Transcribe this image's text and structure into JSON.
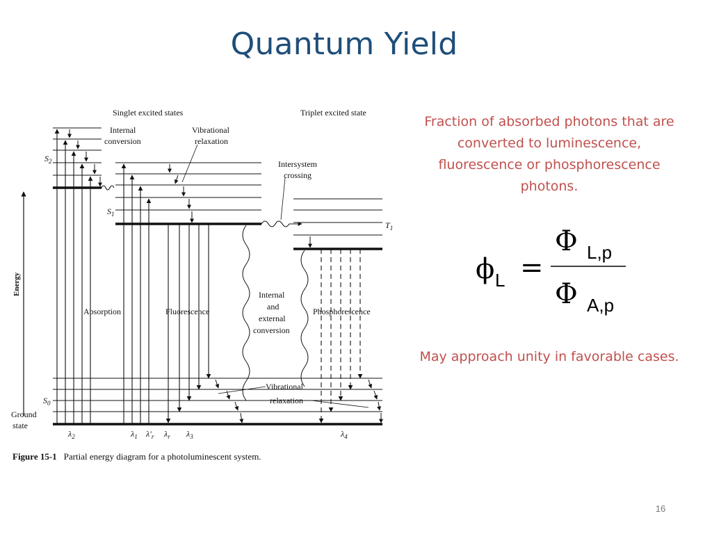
{
  "slide": {
    "title": "Quantum Yield",
    "page_number": "16"
  },
  "diagram": {
    "label_singlet": "Singlet excited states",
    "label_triplet": "Triplet excited state",
    "label_internal_conversion_1": "Internal",
    "label_internal_conversion_2": "conversion",
    "label_vibrational_1": "Vibrational",
    "label_vibrational_2": "relaxation",
    "label_intersystem_1": "Intersystem",
    "label_intersystem_2": "crossing",
    "label_s2": "S",
    "label_s2_sub": "2",
    "label_s1": "S",
    "label_s1_sub": "1",
    "label_s0": "S",
    "label_s0_sub": "0",
    "label_t1": "T",
    "label_t1_sub": "1",
    "label_energy": "Energy",
    "label_absorption": "Absorption",
    "label_fluorescence": "Fluorescence",
    "label_phosphorescence": "Phosphorescence",
    "label_int_ext_1": "Internal",
    "label_int_ext_2": "and",
    "label_int_ext_3": "external",
    "label_int_ext_4": "conversion",
    "label_vib_bottom_1": "Vibrational",
    "label_vib_bottom_2": "relaxation",
    "label_ground_1": "Ground",
    "label_ground_2": "state",
    "lambda_2": "λ",
    "lambda_2_sub": "2",
    "lambda_1": "λ",
    "lambda_1_sub": "1",
    "lambda_1p": "λ′",
    "lambda_1p_sub": "r",
    "lambda_r": "λ",
    "lambda_r_sub": "r",
    "lambda_3": "λ",
    "lambda_3_sub": "3",
    "lambda_4": "λ",
    "lambda_4_sub": "4",
    "caption_bold": "Figure 15-1",
    "caption_text": "Partial energy diagram for a photoluminescent system."
  },
  "notes": {
    "top": "Fraction of absorbed photons that are converted to luminescence, fluorescence or phosphorescence photons.",
    "bottom": "May approach unity in favorable cases."
  },
  "formula": {
    "lhs_symbol": "ϕ",
    "lhs_sub": "L",
    "equals": "=",
    "num_symbol": "Φ",
    "num_sub": "L,p",
    "den_symbol": "Φ",
    "den_sub": "A,p"
  }
}
